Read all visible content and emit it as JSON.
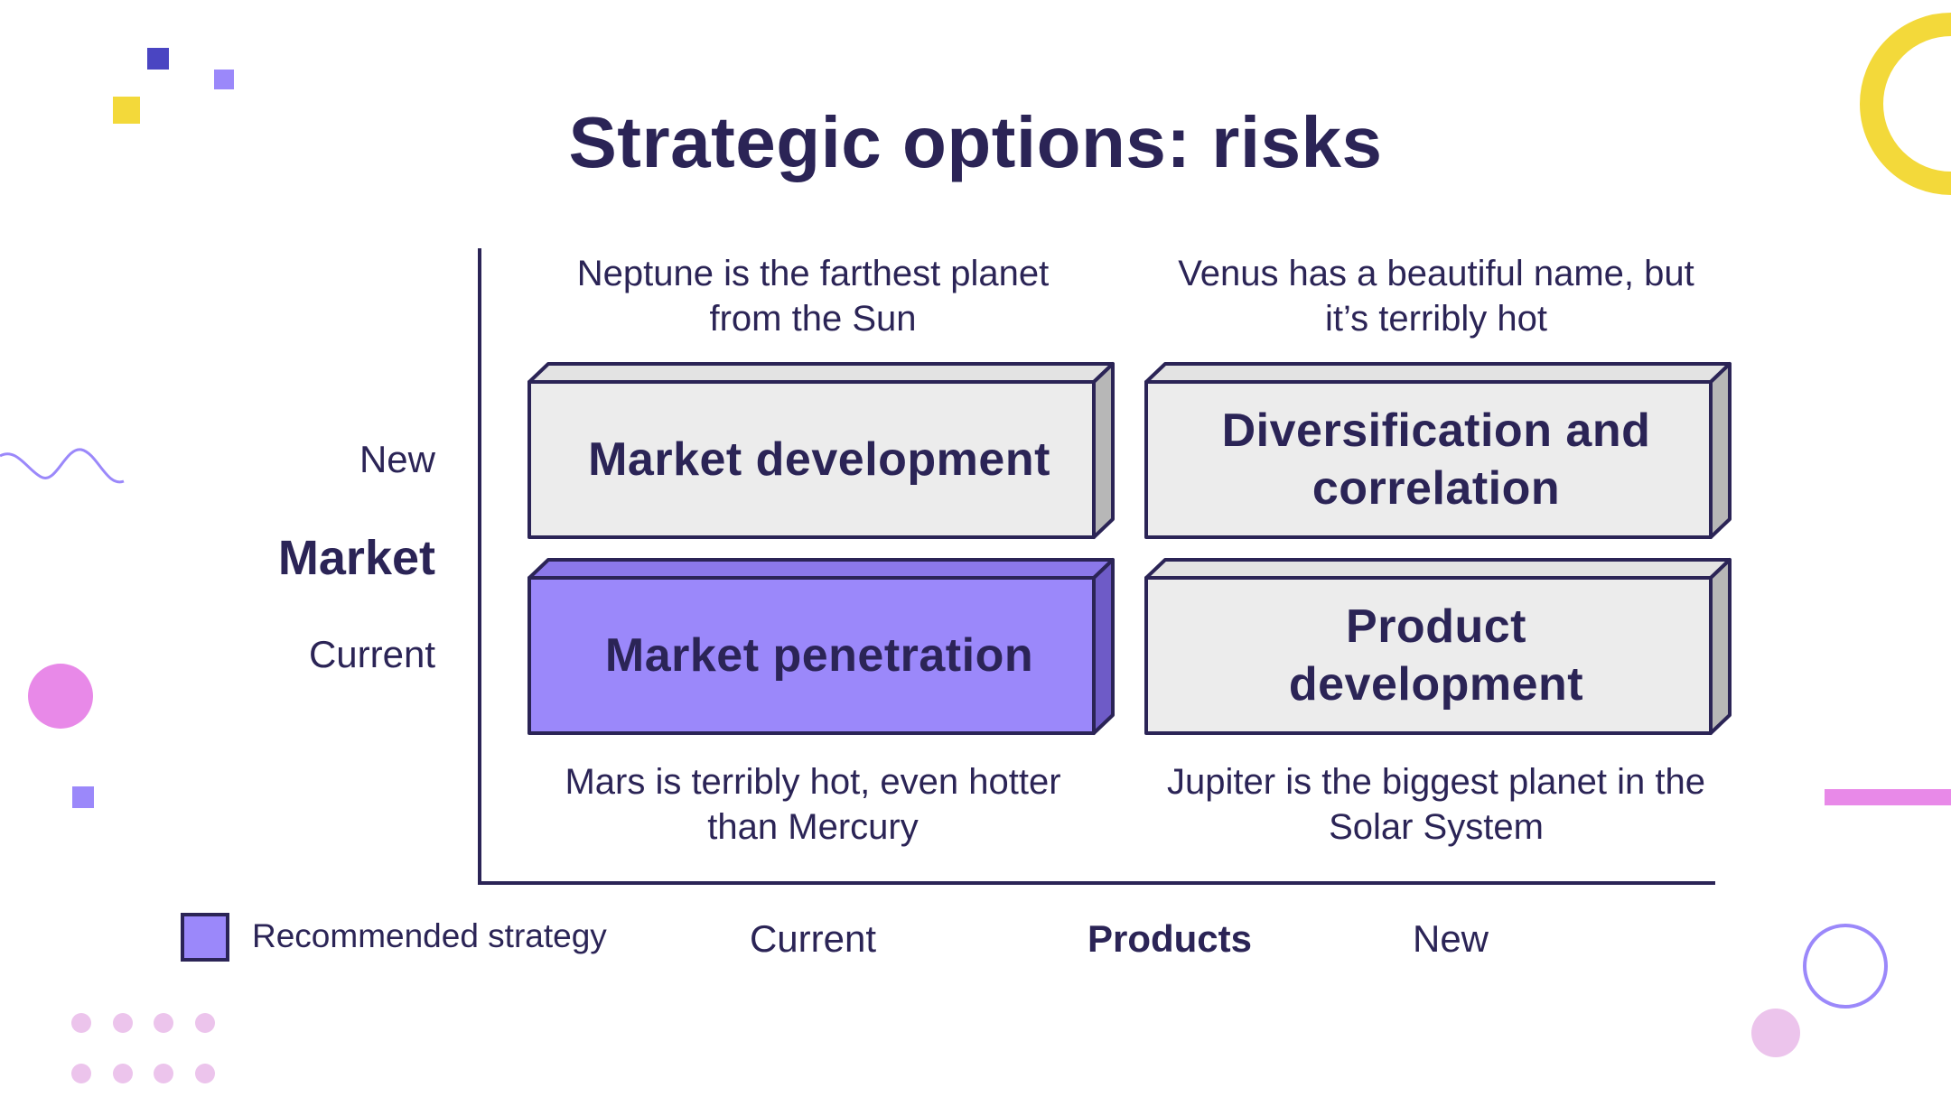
{
  "slide": {
    "title": "Strategic options: risks"
  },
  "matrix": {
    "y_axis": {
      "title": "Market",
      "top_label": "New",
      "bottom_label": "Current"
    },
    "x_axis": {
      "title": "Products",
      "left_label": "Current",
      "right_label": "New"
    },
    "quadrants": {
      "top_left": {
        "label": "Market development",
        "description": "Neptune is the farthest planet from the Sun",
        "recommended": false
      },
      "top_right": {
        "label": "Diversification and correlation",
        "description": "Venus has a beautiful name, but it’s terribly hot",
        "recommended": false
      },
      "bottom_left": {
        "label": "Market penetration",
        "description": "Mars is terribly hot, even hotter than Mercury",
        "recommended": true
      },
      "bottom_right": {
        "label": "Product development",
        "description": "Jupiter is the biggest planet in the Solar System",
        "recommended": false
      }
    }
  },
  "legend": {
    "label": "Recommended strategy",
    "color": "#9b88fa"
  },
  "colors": {
    "text": "#2b2456",
    "box_default": "#ececec",
    "box_recommended": "#9b88fa",
    "accent_yellow": "#f3d93a",
    "accent_pink": "#e889e8",
    "accent_violet": "#9b88fa",
    "accent_indigo": "#4a45c2"
  }
}
